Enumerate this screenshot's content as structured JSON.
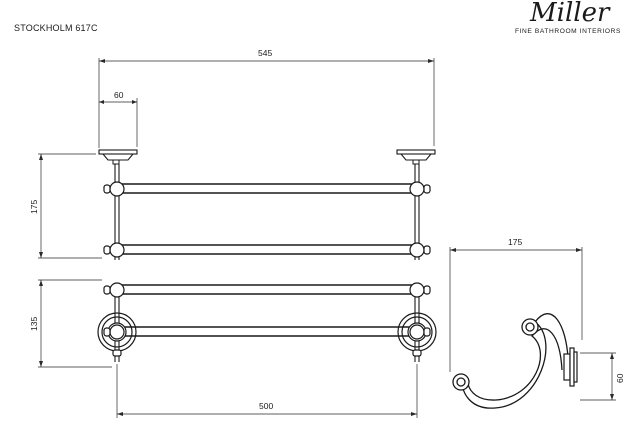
{
  "header": {
    "model": "STOCKHOLM 617C",
    "brand_name": "Miller",
    "brand_tagline": "FINE BATHROOM INTERIORS"
  },
  "dimensions": {
    "top_width": "545",
    "top_flange": "60",
    "front_height": "175",
    "bottom_depth": "135",
    "bottom_width": "500",
    "side_width": "175",
    "side_height": "60"
  }
}
